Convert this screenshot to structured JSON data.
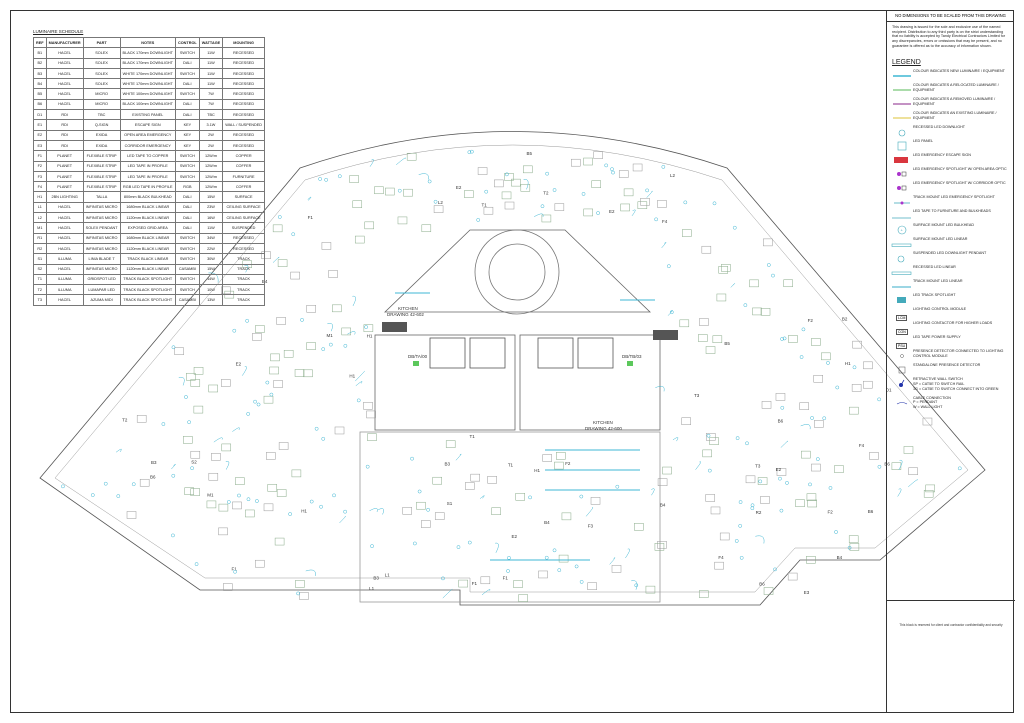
{
  "schedule": {
    "title": "LUMINAIRE SCHEDULE",
    "headers": [
      "REF",
      "MANUFACTURER",
      "PART",
      "NOTES",
      "CONTROL",
      "WATTAGE",
      "MOUNTING"
    ],
    "rows": [
      [
        "B1",
        "HACEL",
        "SOLEX",
        "BLACK 170mm DOWNLIGHT",
        "SWITCH",
        "11W",
        "RECESSED"
      ],
      [
        "B2",
        "HACEL",
        "SOLEX",
        "BLACK 170mm DOWNLIGHT",
        "DALI",
        "11W",
        "RECESSED"
      ],
      [
        "B3",
        "HACEL",
        "SOLEX",
        "WHITE 170mm DOWNLIGHT",
        "SWITCH",
        "11W",
        "RECESSED"
      ],
      [
        "B4",
        "HACEL",
        "SOLEX",
        "WHITE 170mm DOWNLIGHT",
        "DALI",
        "11W",
        "RECESSED"
      ],
      [
        "B5",
        "HACEL",
        "MICRO",
        "WHITE 100mm DOWNLIGHT",
        "SWITCH",
        "7W",
        "RECESSED"
      ],
      [
        "B6",
        "HACEL",
        "MICRO",
        "BLACK 100mm DOWNLIGHT",
        "DALI",
        "7W",
        "RECESSED"
      ],
      [
        "D1",
        "RDI",
        "TBC",
        "EXISTING PANEL",
        "DALI",
        "TBC",
        "RECESSED"
      ],
      [
        "E1",
        "RDI",
        "Q-SIGN",
        "ESCAPE SIGN",
        "KEY",
        "3.1W",
        "WALL / SUSPENDED"
      ],
      [
        "E2",
        "RDI",
        "EXIDA",
        "OPEN AREA EMERGENCY",
        "KEY",
        "2W",
        "RECESSED"
      ],
      [
        "E3",
        "RDI",
        "EXIDA",
        "CORRIDOR EMERGENCY",
        "KEY",
        "2W",
        "RECESSED"
      ],
      [
        "F1",
        "PLANET",
        "FLEXIBLE STRIP",
        "LED TAPE TO COPPER",
        "SWITCH",
        "12W/m",
        "COPPER"
      ],
      [
        "F2",
        "PLANET",
        "FLEXIBLE STRIP",
        "LED TAPE IN PROFILE",
        "SWITCH",
        "12W/m",
        "COFFER"
      ],
      [
        "F3",
        "PLANET",
        "FLEXIBLE STRIP",
        "LED TAPE IN PROFILE",
        "SWITCH",
        "12W/m",
        "FURNITURE"
      ],
      [
        "F4",
        "PLANET",
        "FLEXIBLE STRIP",
        "RGB LED TAPE IN PROFILE",
        "RGB",
        "12W/m",
        "COFFER"
      ],
      [
        "H1",
        "2BN LIGHTING",
        "TALLA",
        "800mm BLACK BULKHEAD",
        "DALI",
        "15W",
        "SURFACE"
      ],
      [
        "L1",
        "HACEL",
        "INFINITAS MICRO",
        "1680mm BLACK LINEAR",
        "DALI",
        "23W",
        "CEILING SURFACE"
      ],
      [
        "L2",
        "HACEL",
        "INFINITAS MICRO",
        "1120mm BLACK LINEAR",
        "DALI",
        "16W",
        "CEILING SURFACE"
      ],
      [
        "M1",
        "HACEL",
        "SOLEX PENDANT",
        "EXPOSED GRID AREA",
        "DALI",
        "11W",
        "SUSPENDED"
      ],
      [
        "R1",
        "HACEL",
        "INFINITAS MICRO",
        "1680mm BLACK LINEAR",
        "SWITCH",
        "34W",
        "RECESSED"
      ],
      [
        "R2",
        "HACEL",
        "INFINITAS MICRO",
        "1120mm BLACK LINEAR",
        "SWITCH",
        "22W",
        "RECESSED"
      ],
      [
        "S1",
        "ILLUMA",
        "LINIA BLADE T",
        "TRACK BLACK LINEAR",
        "SWITCH",
        "30W",
        "TRACK"
      ],
      [
        "S2",
        "HACEL",
        "INFINITAS MICRO",
        "1120mm BLACK LINEAR",
        "CASAMBI",
        "15W",
        "TRACK"
      ],
      [
        "T1",
        "ILLUMA",
        "GRIDSPOT LED",
        "TRACK BLACK SPOTLIGHT",
        "SWITCH",
        "14W",
        "TRACK"
      ],
      [
        "T2",
        "ILLUMA",
        "LUMAPAR LED",
        "TRACK BLACK SPOTLIGHT",
        "SWITCH",
        "10W",
        "TRACK"
      ],
      [
        "T3",
        "HACEL",
        "AZUMA MIDI",
        "TRACK BLACK SPOTLIGHT",
        "CASAMBI",
        "13W",
        "TRACK"
      ]
    ]
  },
  "title_block": {
    "warning": "NO DIMENSIONS TO BE SCALED FROM THIS DRAWING",
    "disclaimer": "This drawing is issued for the sole and exclusive use of the named recipient. Distribution to any third party is on the strict understanding that no liability is accepted by Tandy Electrical Contractors Limited for any discrepancies, errors or omissions that may be present, and no guarantee is offered as to the accuracy of information shown.",
    "legend_title": "LEGEND",
    "legend": [
      {
        "icon": "line-cyan",
        "text": "COLOUR INDICATES NEW LUMINAIRE / EQUIPMENT"
      },
      {
        "icon": "line-green",
        "text": "COLOUR INDICATES A RELOCATED LUMINAIRE / EQUIPMENT"
      },
      {
        "icon": "line-purple",
        "text": "COLOUR INDICATES A REMOVED LUMINAIRE / EQUIPMENT"
      },
      {
        "icon": "line-yellow",
        "text": "COLOUR INDICATES AN EXISTING LUMINAIRE / EQUIPMENT"
      },
      {
        "icon": "downlight",
        "text": "RECESSED LED DOWNLIGHT"
      },
      {
        "icon": "panel",
        "text": "LED PANEL"
      },
      {
        "icon": "exit-sign",
        "text": "LED EMERGENCY ESCAPE SIGN"
      },
      {
        "icon": "emergency-spot",
        "text": "LED EMERGENCY SPOTLIGHT W/ OPEN AREA OPTIC"
      },
      {
        "icon": "emergency-spot",
        "text": "LED EMERGENCY SPOTLIGHT W/ CORRIDOR OPTIC"
      },
      {
        "icon": "track-emergency",
        "text": "TRACK MOUNT LED EMERGENCY SPOTLIGHT"
      },
      {
        "icon": "tape",
        "text": "LED TAPE TO FURNITURE AND BULKHEADS"
      },
      {
        "icon": "bulkhead",
        "text": "SURFACE MOUNT LED BULKHEAD"
      },
      {
        "icon": "linear",
        "text": "SURFACE MOUNT LED LINEAR"
      },
      {
        "icon": "pendant",
        "text": "SUSPENDED LED DOWNLIGHT PENDANT"
      },
      {
        "icon": "linear",
        "text": "RECESSED LED LINEAR"
      },
      {
        "icon": "track-linear",
        "text": "TRACK MOUNT LED LINEAR"
      },
      {
        "icon": "track-spot",
        "text": "LED TRACK SPOTLIGHT"
      },
      {
        "icon": "box",
        "box": "LCM",
        "text": "LIGHTING CONTROL MODULE"
      },
      {
        "icon": "box",
        "box": "CON",
        "text": "LIGHTING CONTACTOR FOR HIGHER LOADS"
      },
      {
        "icon": "box",
        "box": "PSU",
        "text": "LED TAPE POWER SUPPLY"
      },
      {
        "icon": "presence",
        "text": "PRESENCE DETECTOR CONNECTED TO LIGHTING CONTROL MODULE"
      },
      {
        "icon": "standalone-presence",
        "text": "STANDALONE PRESENCE DETECTOR"
      },
      {
        "icon": "switch",
        "text": "RETRACTIVE WALL SWITCH\n SP = CAT5E TO SWITCH RAIL\n 1G = CAT5E TO SWITCH CONNECT INTO GREEN"
      },
      {
        "icon": "cable",
        "text": "CABLE CONNECTION\n P = PENDANT\n W = WALL LIGHT"
      }
    ],
    "note": "This block is reserved for client and contractor confidentiality and security"
  },
  "plan": {
    "labels": {
      "kitchen_1": "KITCHEN",
      "kitchen_1_ref": "DRAWING 42-602",
      "kitchen_2": "KITCHEN",
      "kitchen_2_ref": "DRAWING 42-600",
      "db_left": "DB/TA/00",
      "db_right": "DB/TB/03"
    }
  },
  "colors": {
    "new": "#3fb7d4",
    "relocated": "#8fd18f",
    "removed": "#b06fb0",
    "existing": "#e8d77a",
    "emergency": "#d9363e"
  }
}
